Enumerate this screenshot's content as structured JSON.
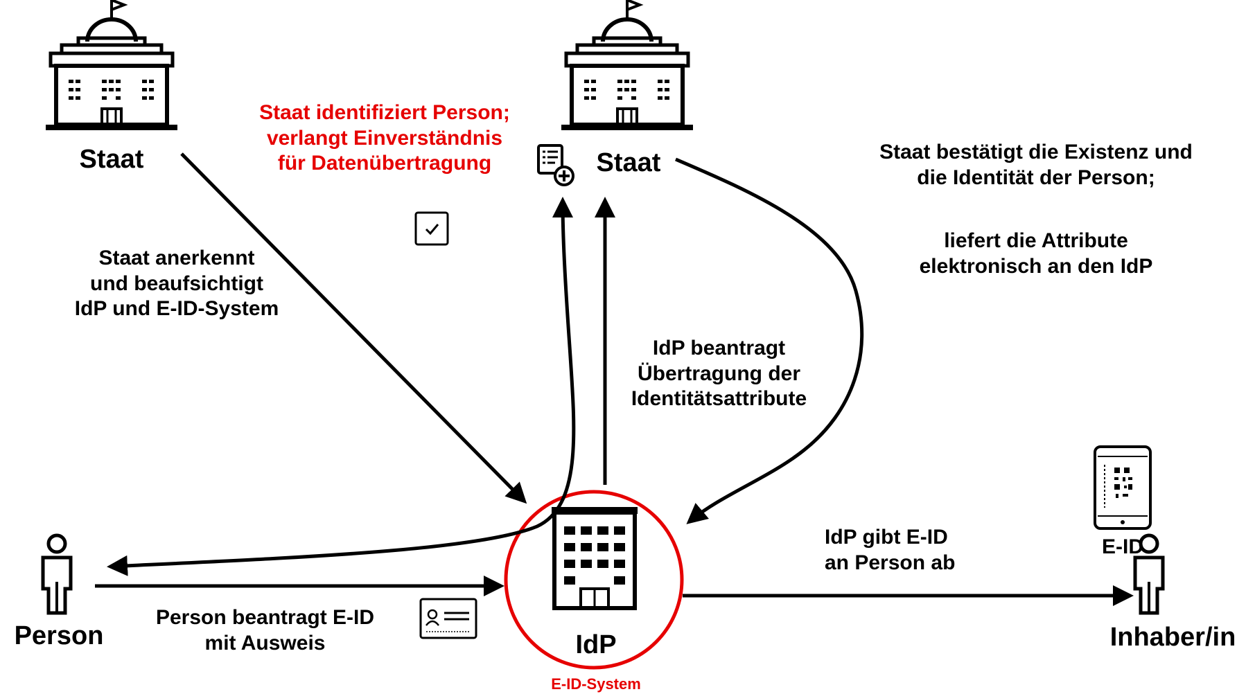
{
  "nodes": {
    "staat_left": "Staat",
    "staat_top": "Staat",
    "person": "Person",
    "idp": "IdP",
    "idp_system": "E-ID-System",
    "holder": "Inhaber/in",
    "eid": "E-ID"
  },
  "labels": {
    "oversight": "Staat anerkennt\nund beaufsichtigt\nIdP und E-ID-System",
    "consent": "Staat identifiziert Person;\nverlangt Einverständnis\nfür Datenübertragung",
    "idp_request": "IdP beantragt\nÜbertragung der\nIdentitätsattribute",
    "confirm": "Staat bestätigt die Existenz und\ndie Identität der Person;",
    "deliver": "liefert die Attribute\nelektronisch an den IdP",
    "apply": "Person beantragt E-ID\nmit Ausweis",
    "issue": "IdP gibt E-ID\nan Person ab"
  },
  "colors": {
    "accent": "#e60000",
    "ink": "#000000"
  },
  "icons": [
    "government-building-icon",
    "government-building-icon",
    "document-add-icon",
    "checkbox-checked-icon",
    "person-icon",
    "office-building-icon",
    "id-card-icon",
    "smartphone-qr-icon",
    "person-icon"
  ]
}
